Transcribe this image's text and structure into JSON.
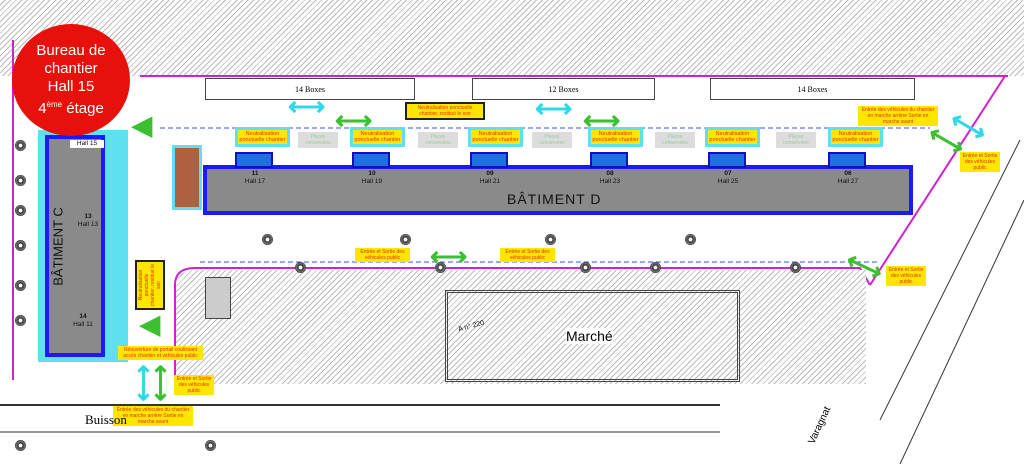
{
  "callout": {
    "line1": "Bureau de",
    "line2": "chantier",
    "line3": "Hall 15",
    "line4_num": "4",
    "line4_sup": "ème",
    "line4_rest": " étage",
    "color": "#e8100a"
  },
  "boxes": [
    "14 Boxes",
    "12 Boxes",
    "14 Boxes"
  ],
  "buildings": {
    "d": "BÂTIMENT D",
    "c": "BÂTIMENT C"
  },
  "halls_d": [
    {
      "num": "11",
      "name": "Hall 17"
    },
    {
      "num": "10",
      "name": "Hall 19"
    },
    {
      "num": "09",
      "name": "Hall 21"
    },
    {
      "num": "08",
      "name": "Hall 23"
    },
    {
      "num": "07",
      "name": "Hall 25"
    },
    {
      "num": "06",
      "name": "Hall 27"
    }
  ],
  "halls_c": [
    {
      "num": "",
      "name": "Hall 15"
    },
    {
      "num": "13",
      "name": "Hall 13"
    },
    {
      "num": "14",
      "name": "Hall 11"
    }
  ],
  "neutralisation": "Neutralisation ponctuelle chantier",
  "neutralisation_top": "Neutralisation ponctuelle chantier, restitué le soir",
  "places": "Places conservées",
  "labels": {
    "entree_chantier": "Entrée des véhicules du chantier en marche arrière Sortie en marche avant",
    "entree_public": "Entrée et Sortie des véhicules public",
    "reouverture": "Réouverture de portail coulissant accès chantier et véhicules public",
    "marche": "Marché",
    "parcel": "A n° 220",
    "street_buisson": "Buisson",
    "street_varagnat": "Varagnat"
  },
  "colors": {
    "building_border": "#1a1aff",
    "highlight": "#ffe600",
    "site_boundary": "#d020d0",
    "arrow_site": "#30d8e8",
    "arrow_public": "#3cc030"
  }
}
